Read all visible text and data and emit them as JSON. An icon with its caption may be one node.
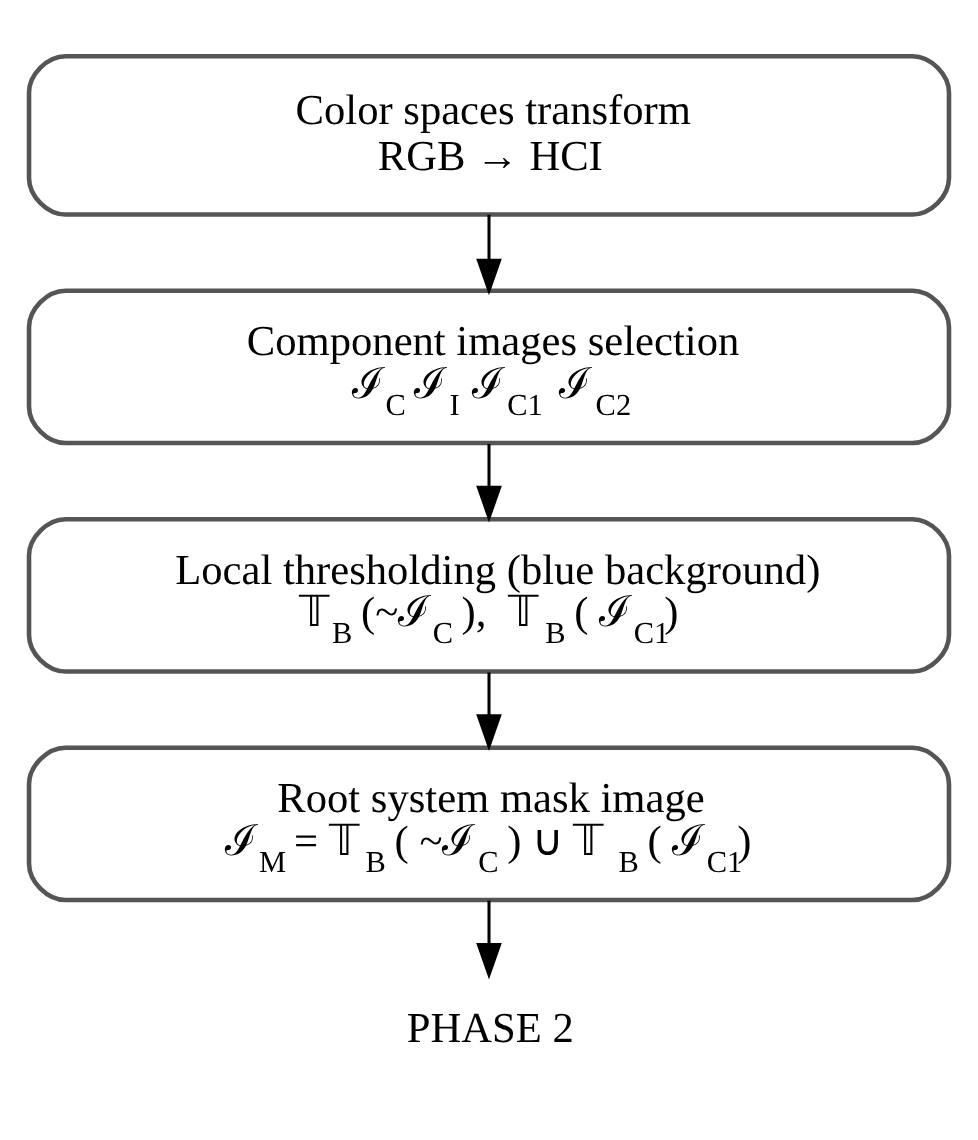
{
  "diagram": {
    "nodes": [
      {
        "text": [
          "Color spaces transform",
          "RGB → HCI"
        ]
      },
      {
        "text": [
          "Component images selection",
          "ℐ$_{C}$ ℐ$_{I}$ ℐ$_{C1}$  ℐ$_{C2}$"
        ]
      },
      {
        "text": [
          "Local thresholding (blue background)",
          "𝕋$_{B}$ (~ℐ$_{C}$ ),  𝕋$_{B}$ ( ℐ$_{C1}$)"
        ]
      },
      {
        "text": [
          "Root system mask image",
          "ℐ$_{M}$ = 𝕋$_{B}$ ( ~ℐ$_{C}$ ) ∪ 𝕋$_{B}$ ( ℐ$_{C1}$)"
        ]
      },
      {
        "text": [
          "PHASE 2"
        ]
      }
    ],
    "edges": [
      {
        "from": 0,
        "to": 1,
        "arrow": "to"
      },
      {
        "from": 1,
        "to": 2,
        "arrow": "to"
      },
      {
        "from": 2,
        "to": 3,
        "arrow": "to"
      },
      {
        "from": 3,
        "to": 4,
        "arrow": "to"
      }
    ]
  }
}
